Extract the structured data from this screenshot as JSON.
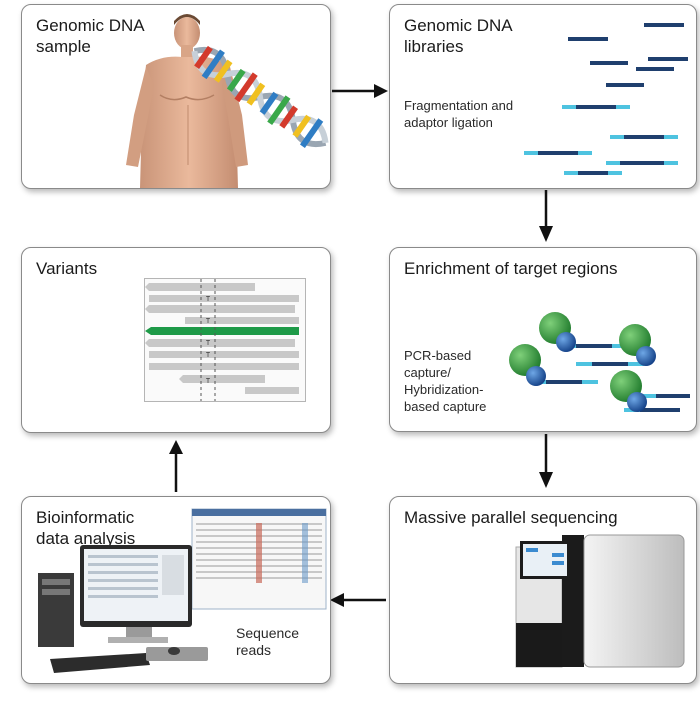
{
  "panels": {
    "sample": {
      "title_line1": "Genomic DNA",
      "title_line2": "sample"
    },
    "libraries": {
      "title_line1": "Genomic DNA",
      "title_line2": "libraries",
      "sub_line1": "Fragmentation and",
      "sub_line2": "adaptor ligation"
    },
    "enrichment": {
      "title": "Enrichment of target regions",
      "sub_line1": "PCR-based",
      "sub_line2": "capture/",
      "sub_line3": "Hybridization-",
      "sub_line4": "based capture"
    },
    "sequencing": {
      "title": "Massive parallel sequencing"
    },
    "bioinformatics": {
      "title_line1": "Bioinformatic",
      "title_line2": "data analysis",
      "sub_line1": "Sequence",
      "sub_line2": "reads"
    },
    "variants": {
      "title": "Variants",
      "alt_base": "T"
    }
  },
  "colors": {
    "adaptor": "#4ec3e0",
    "insert": "#1f3f6e",
    "highlight_read": "#1e9a48",
    "read": "#c8c8c8",
    "sphere_green": "#2e9a3e",
    "sphere_blue": "#1d5aa8"
  }
}
